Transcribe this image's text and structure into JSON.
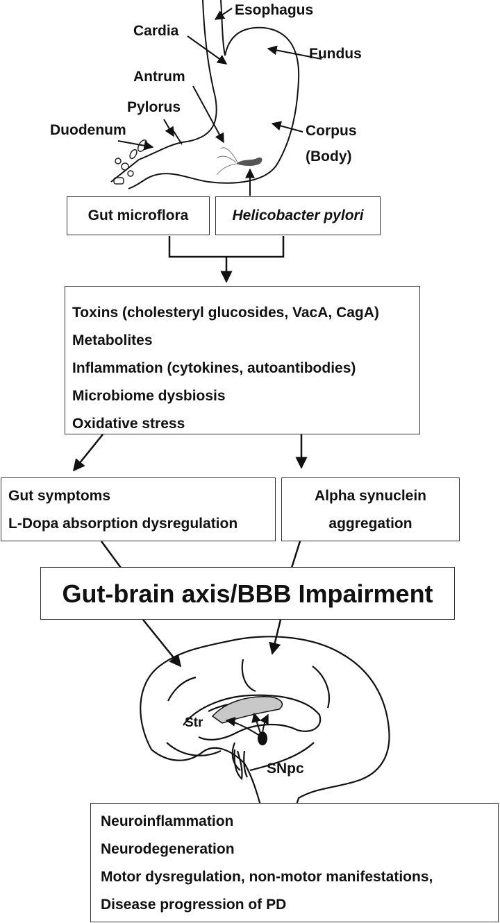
{
  "stomach_labels": {
    "esophagus": "Esophagus",
    "cardia": "Cardia",
    "fundus": "Fundus",
    "antrum": "Antrum",
    "pylorus": "Pylorus",
    "duodenum": "Duodenum",
    "corpus": "Corpus",
    "corpus_sub": "(Body)"
  },
  "sources": {
    "gut_microflora": "Gut microflora",
    "h_pylori": "Helicobacter pylori"
  },
  "factors": [
    "Toxins (cholesteryl glucosides, VacA, CagA)",
    "Metabolites",
    "Inflammation (cytokines, autoantibodies)",
    "Microbiome dysbiosis",
    "Oxidative stress"
  ],
  "gut_effects": [
    "Gut symptoms",
    "L-Dopa absorption dysregulation"
  ],
  "alpha_syn": [
    "Alpha synuclein",
    "aggregation"
  ],
  "axis": "Gut-brain axis/BBB Impairment",
  "brain_labels": {
    "str": "Str",
    "snpc": "SNpc"
  },
  "outcomes": [
    "Neuroinflammation",
    "Neurodegeneration",
    "Motor dysregulation, non-motor manifestations,",
    "Disease progression of PD"
  ],
  "colors": {
    "line": "#111111",
    "border": "#333333",
    "striatum_fill": "#c8c8c8"
  }
}
